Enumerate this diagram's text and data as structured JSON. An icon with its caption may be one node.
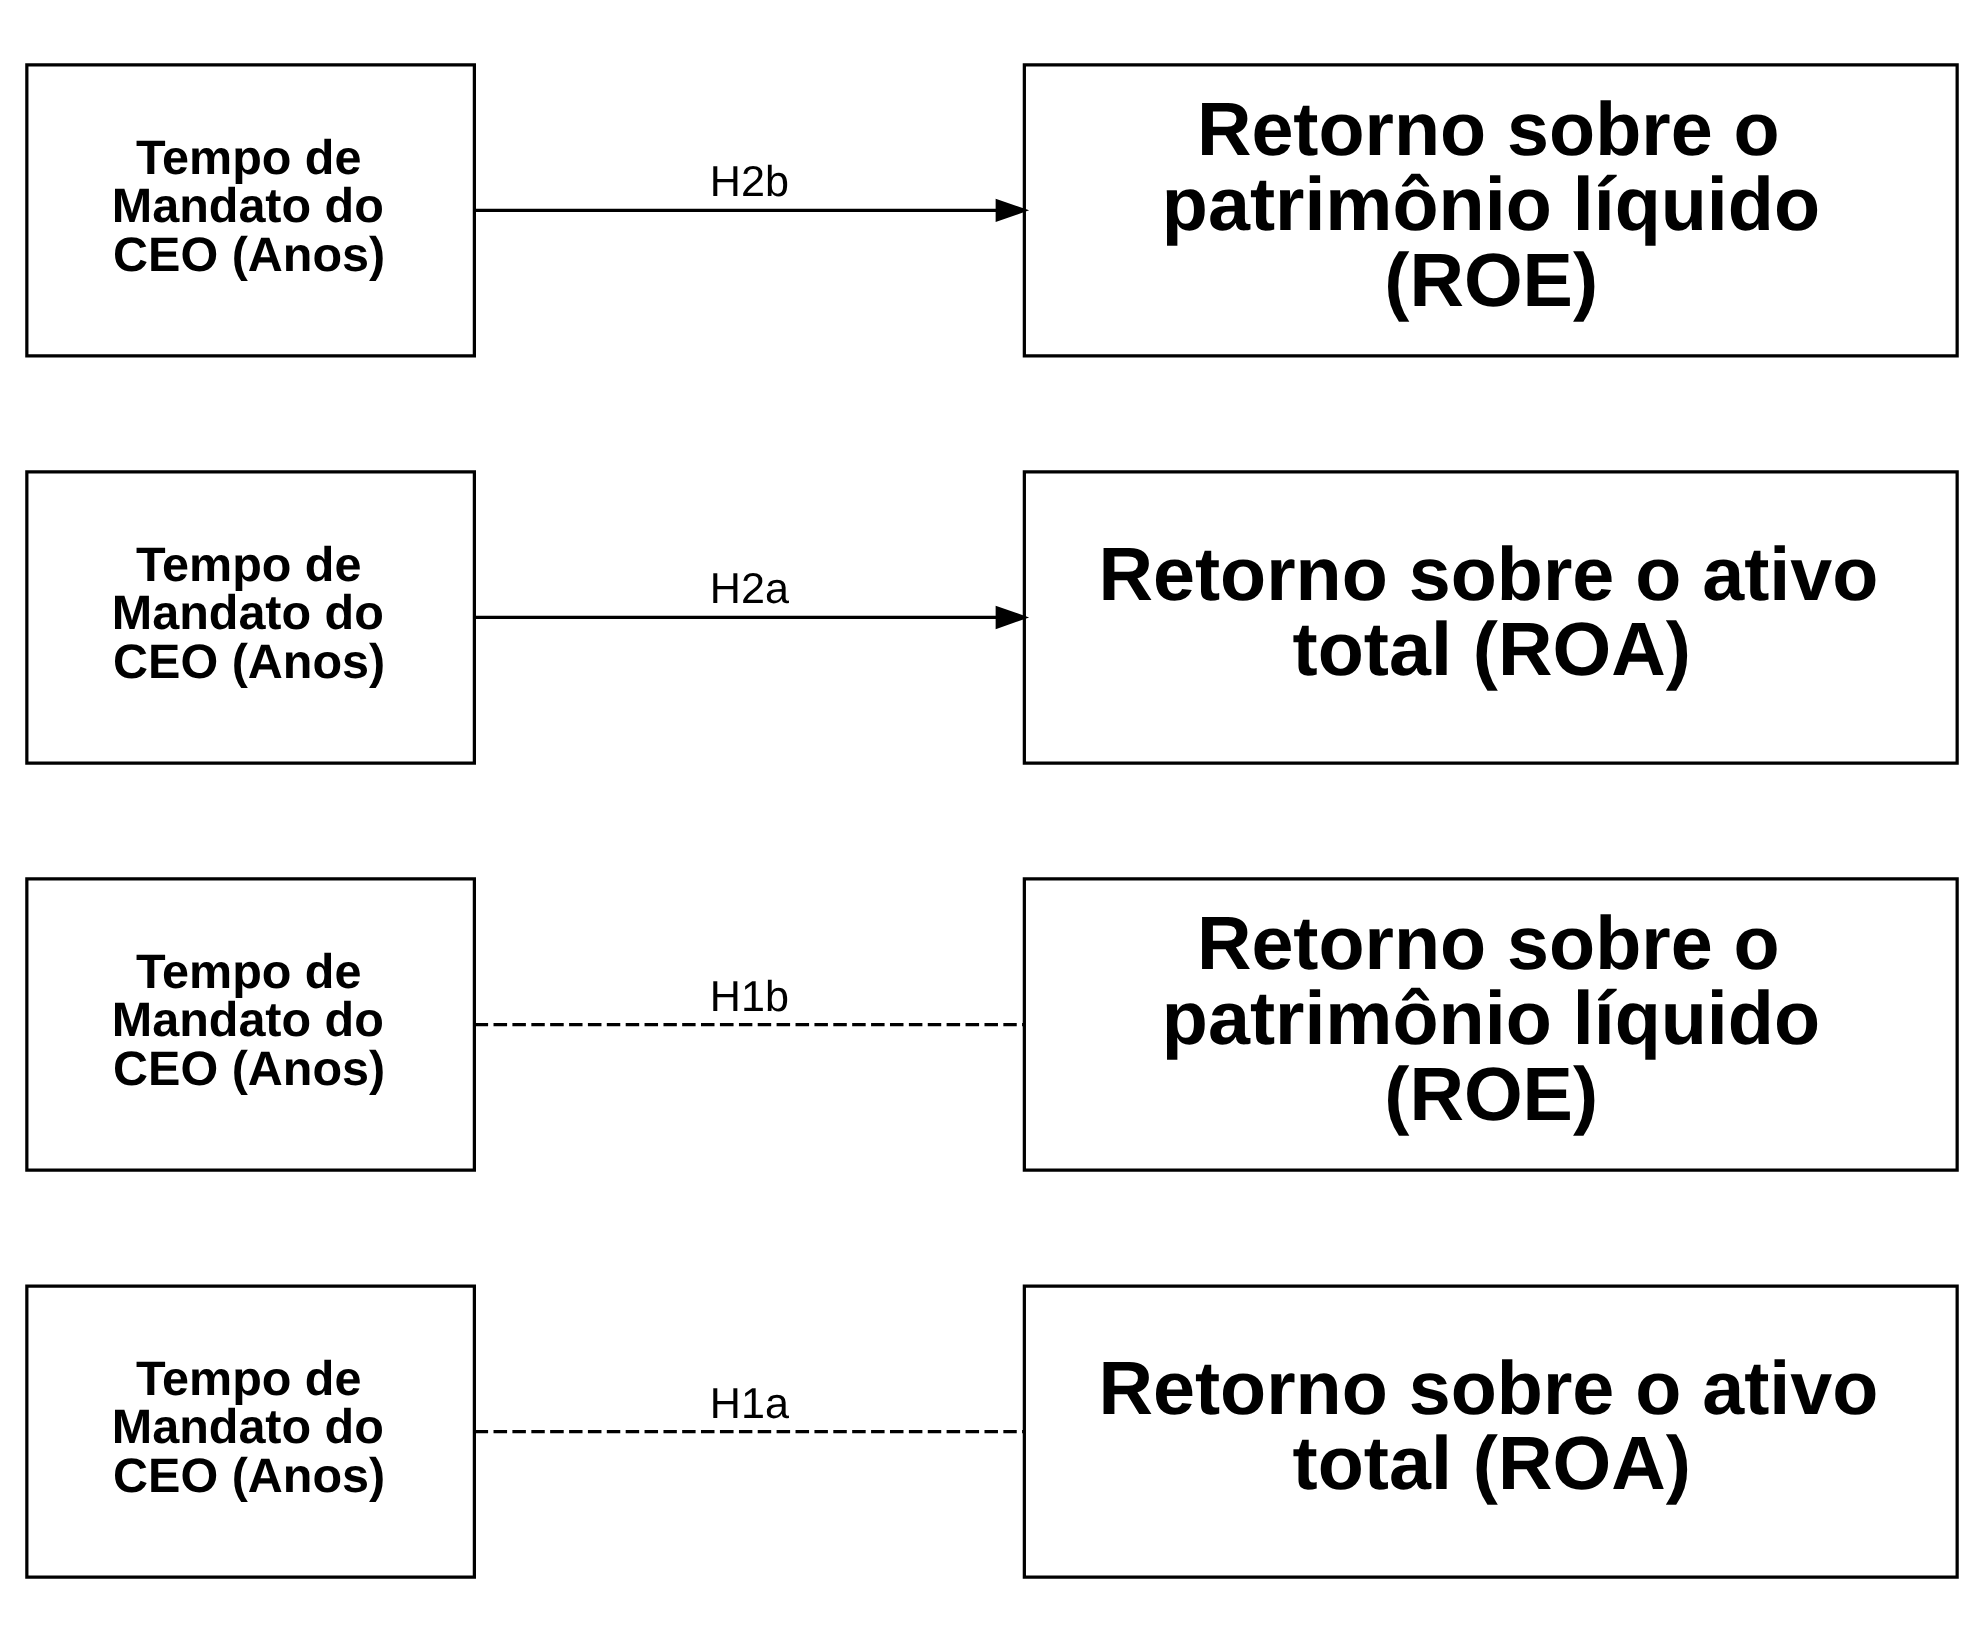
{
  "diagram": {
    "nodes": [
      {
        "text": [
          "Tempo de Mandato do CEO (Anos)"
        ]
      },
      {
        "text": [
          "Retorno sobre o ativo total (ROA)"
        ]
      },
      {
        "text": [
          "Tempo de Mandato do CEO (Anos)"
        ]
      },
      {
        "text": [
          "Retorno sobre o patrimônio líquido (ROE)"
        ]
      },
      {
        "text": [
          "Tempo de Mandato do CEO (Anos)"
        ]
      },
      {
        "text": [
          "Retorno sobre o ativo total (ROA)"
        ]
      },
      {
        "text": [
          "Tempo de Mandato do CEO (Anos)"
        ]
      },
      {
        "text": [
          "Retorno sobre o patrimônio líquido (ROE)"
        ]
      }
    ],
    "edges": [
      {
        "from": 0,
        "to": 1,
        "arrow": "none",
        "label": "H1a",
        "style": "dashed"
      },
      {
        "from": 2,
        "to": 3,
        "arrow": "none",
        "label": "H1b",
        "style": "dashed"
      },
      {
        "from": 4,
        "to": 5,
        "arrow": "to",
        "label": "H2a"
      },
      {
        "from": 6,
        "to": 7,
        "arrow": "to",
        "label": "H2b"
      }
    ]
  }
}
